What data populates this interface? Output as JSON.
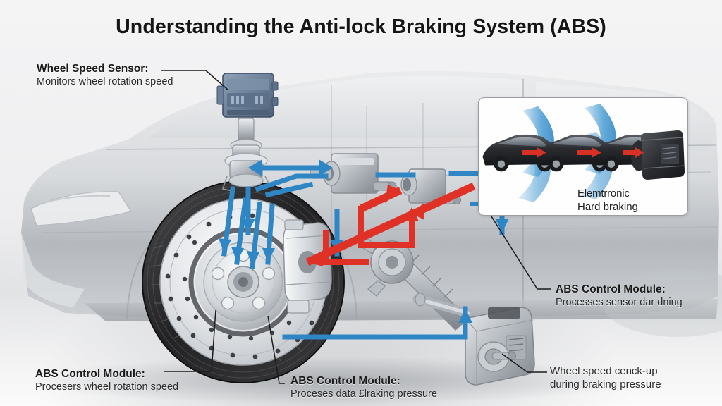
{
  "page": {
    "title": "Understanding the Anti-lock Braking System (ABS)",
    "type": "technical-diagram",
    "subject": "Anti-lock Braking System (ABS) cutaway illustration",
    "background_color": "#eeeef0"
  },
  "colors": {
    "hydraulic_blue": "#2f86c5",
    "flow_red": "#e03127",
    "sensor_blue_gray": "#6d8099",
    "metal_gray": "#b9bec4",
    "text_dark": "#1b1b1b",
    "panel_border": "#9a9da1"
  },
  "callouts": [
    {
      "id": "wheel-speed-sensor",
      "title": "Wheel Speed Sensor:",
      "desc": "Monitors wheel rotation speed"
    },
    {
      "id": "abs-control-module-bottom-left",
      "title": "ABS Control Module:",
      "desc": "Procesers wheel rotation speed"
    },
    {
      "id": "abs-control-module-bottom-center",
      "title": "ABS Control Module:",
      "desc": "Proceses data £lraking pressure"
    },
    {
      "id": "abs-control-module-right",
      "title": "ABS Control Module:",
      "desc": "Processes sensor dar dning"
    },
    {
      "id": "wheel-speed-check-bottom-right",
      "title": "Wheel speed cenck-up",
      "desc": "during braking pressure"
    }
  ],
  "inset": {
    "caption_line1": "Elemtrronic",
    "caption_line2": "Hard braking",
    "sequence_steps": 4,
    "step_labels": [
      "car-1",
      "car-2",
      "car-3",
      "abs-module"
    ]
  },
  "components": {
    "sensor_module": "wheel-speed-sensor-module",
    "brake_rotor": "drilled-brake-disc",
    "caliper": "brake-caliper",
    "hub": "wheel-hub",
    "master_cylinder": "brake-master-cylinder",
    "abs_actuator": "abs-hydraulic-actuator",
    "driveshaft": "drive-shaft"
  }
}
